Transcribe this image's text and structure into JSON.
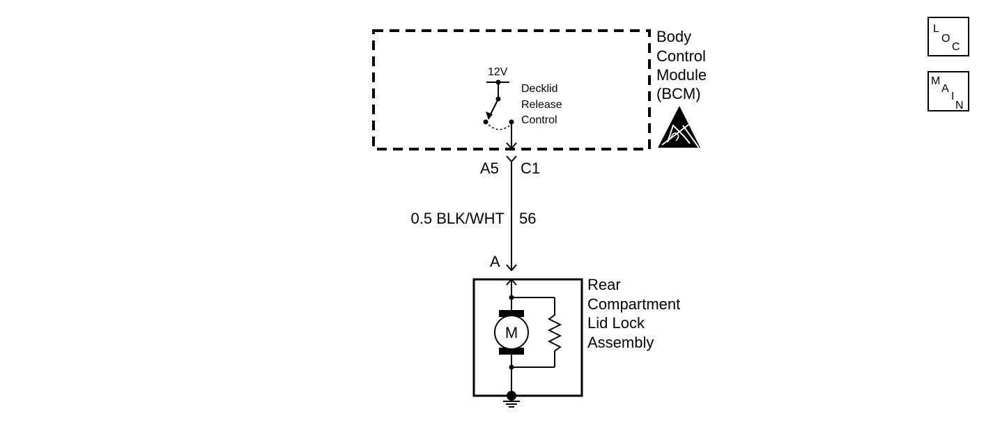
{
  "bcm": {
    "name_lines": [
      "Body",
      "Control",
      "Module",
      "(BCM)"
    ],
    "supply_label": "12V",
    "switch_label_lines": [
      "Decklid",
      "Release",
      "Control"
    ],
    "esd_icon": "esd-sensitive-warning-icon"
  },
  "connector": {
    "pin": "A5",
    "id": "C1"
  },
  "wire": {
    "gauge_color": "0.5 BLK/WHT",
    "circuit": "56"
  },
  "lock_assembly": {
    "terminal": "A",
    "name_lines": [
      "Rear",
      "Compartment",
      "Lid Lock",
      "Assembly"
    ],
    "motor_label": "M"
  },
  "nav": {
    "loc": {
      "l1": "L",
      "l2": "O",
      "l3": "C"
    },
    "main": {
      "l1": "M",
      "l2": "A",
      "l3": "I",
      "l4": "N"
    }
  }
}
